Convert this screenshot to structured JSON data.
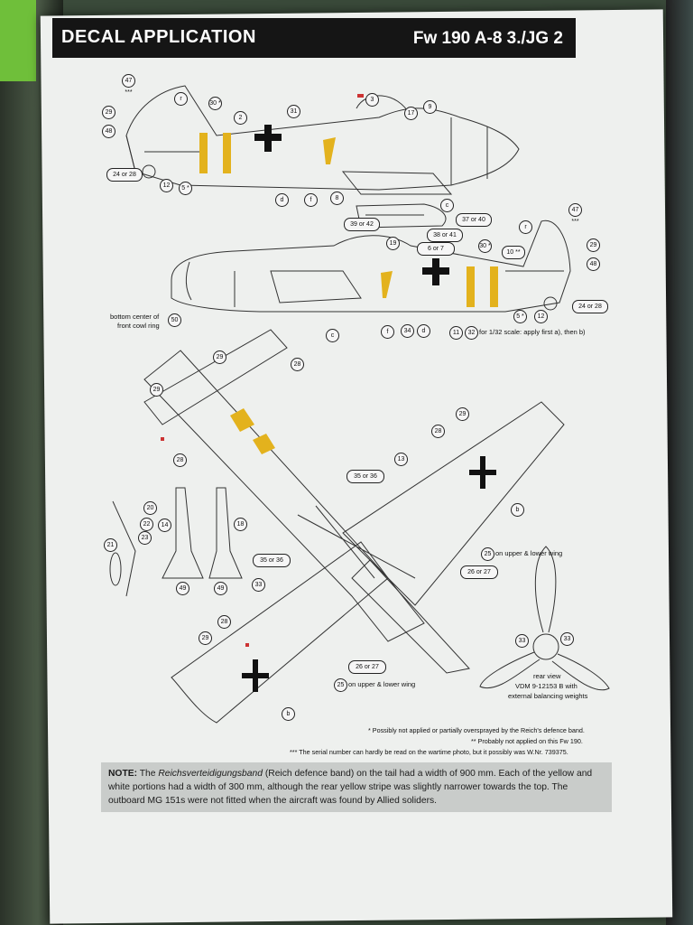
{
  "header": {
    "title": "DECAL APPLICATION",
    "aircraft": "Fw 190 A-8  3./JG 2"
  },
  "colors": {
    "band_yellow": "#e3b21d",
    "header_bg": "#151515",
    "note_bg": "#c9ccca"
  },
  "callouts": {
    "side1": [
      "47 ***",
      "r",
      "29",
      "48",
      "30 *",
      "2",
      "31",
      "3",
      "17",
      "9",
      "24 or 28",
      "12",
      "5 *",
      "d",
      "f",
      "8",
      "c"
    ],
    "side2": [
      "39 or 42",
      "38 or 41",
      "37 or 40",
      "19",
      "6 or 7",
      "30 *",
      "10 **",
      "r",
      "47 ***",
      "29",
      "48",
      "34",
      "d",
      "11",
      "32",
      "5 *",
      "12",
      "24 or 28",
      "f",
      "c",
      "50"
    ],
    "wings": [
      "29",
      "28",
      "29",
      "28",
      "29",
      "28",
      "13",
      "35 or 36",
      "b",
      "25",
      "26 or 27",
      "35 or 36",
      "33",
      "28",
      "29",
      "26 or 27",
      "25",
      "b"
    ],
    "details": [
      "20",
      "22",
      "23",
      "21",
      "14",
      "18",
      "49",
      "49"
    ],
    "prop": [
      "33",
      "33"
    ]
  },
  "labels": {
    "bottom_cowl": "bottom center of",
    "bottom_cowl2": "front cowl ring",
    "scale_note": "for 1/32 scale: apply first a), then b)",
    "wing_upper_lower_1": "on upper & lower wing",
    "wing_upper_lower_2": "on upper & lower wing",
    "prop_1": "rear view",
    "prop_2": "VDM 9-12153 B with",
    "prop_3": "external balancing weights"
  },
  "footnotes": [
    "* Possibly not applied or partially oversprayed by the Reich's defence band.",
    "** Probably not applied on this Fw 190.",
    "*** The serial number can hardly be read on the wartime photo, but it possibly was W.Nr. 739375."
  ],
  "note": {
    "prefix": "NOTE:",
    "t1": " The ",
    "italic": "Reichsverteidigungsband",
    "t2": " (Reich defence band) on the tail had a width of 900 mm. Each of the yellow and white portions had a width of 300 mm, although the rear yellow stripe was slightly narrower towards the top. The outboard MG 151s were not fitted when the aircraft was found by Allied soliders."
  }
}
